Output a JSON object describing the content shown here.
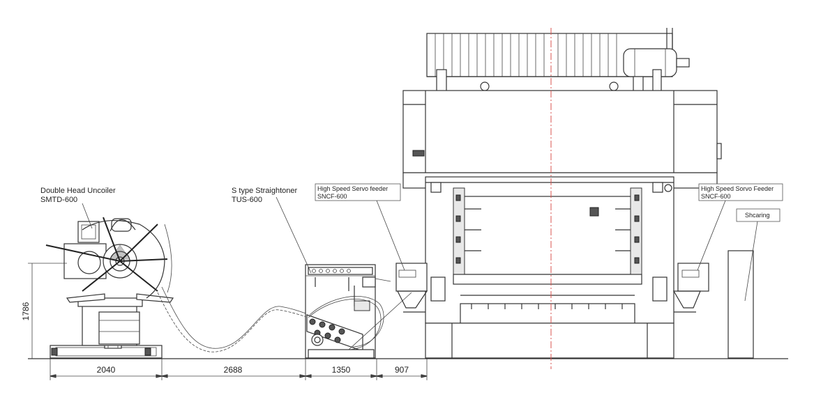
{
  "labels": {
    "uncoiler_title": "Double Head Uncoiler",
    "uncoiler_model": "SMTD-600",
    "straightener_title": "S type Straightoner",
    "straightener_model": "TUS-600",
    "feeder_left_title": "High Speed Servo feeder",
    "feeder_left_model": "SNCF-600",
    "feeder_right_title": "High Speed Sorvo Feeder",
    "feeder_right_model": "SNCF-600",
    "shearing": "Shcaring"
  },
  "dimensions": {
    "height": "1786",
    "uncoiler_width": "2040",
    "loop_length": "2688",
    "straightener_width": "1350",
    "feeder_gap": "907"
  },
  "colors": {
    "line": "#333333",
    "centerline": "#d9534f",
    "label_box": "#555555"
  }
}
